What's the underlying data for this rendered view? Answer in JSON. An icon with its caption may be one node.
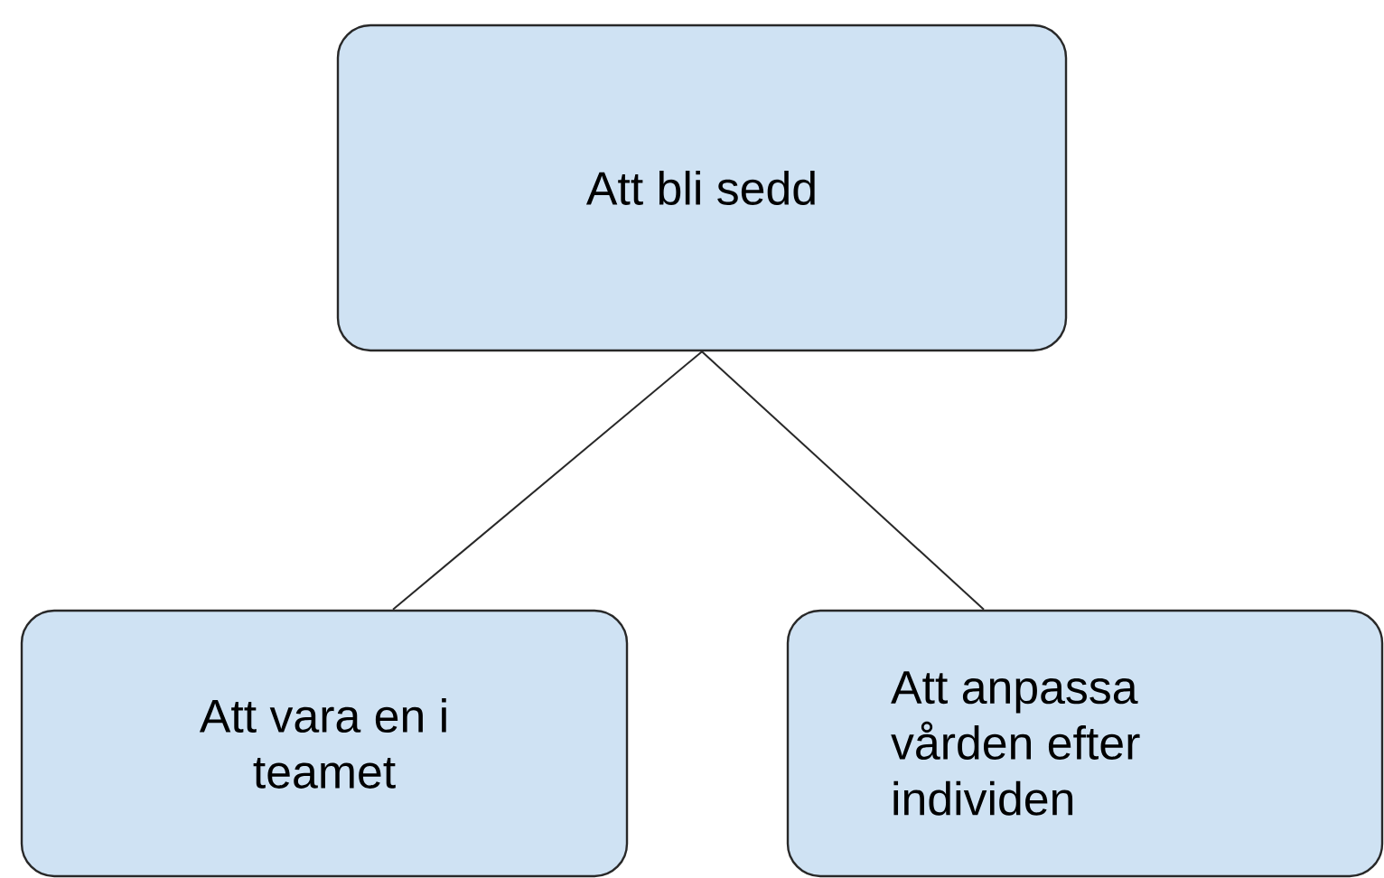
{
  "diagram": {
    "nodes": [
      {
        "text": [
          "Att bli sedd"
        ]
      },
      {
        "text": [
          "Att vara en i teamet"
        ]
      },
      {
        "text": [
          "Att anpassa vården efter individen"
        ]
      }
    ],
    "edges": [
      {
        "from": 0,
        "to": 1,
        "arrow": "none"
      },
      {
        "from": 0,
        "to": 2,
        "arrow": "none"
      }
    ]
  }
}
